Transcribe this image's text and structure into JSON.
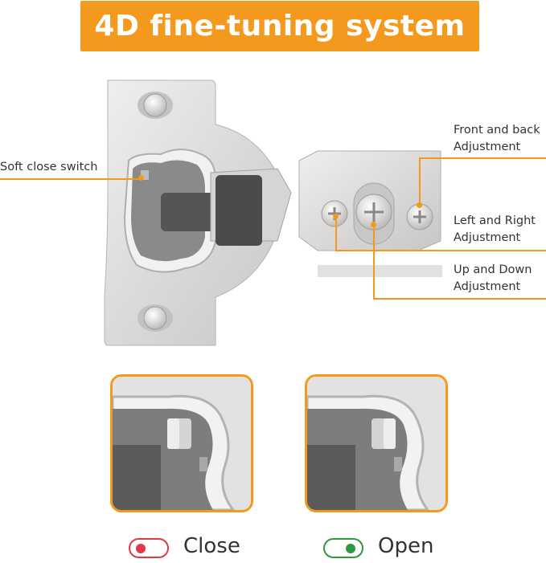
{
  "title": "4D fine-tuning system",
  "labels": {
    "soft_close": "Soft close switch",
    "front_back_1": "Front and back",
    "front_back_2": "Adjustment",
    "left_right_1": "Left and Right",
    "left_right_2": "Adjustment",
    "up_down_1": "Up and Down",
    "up_down_2": "Adjustment"
  },
  "states": {
    "close": "Close",
    "open": "Open"
  },
  "colors": {
    "accent": "#f39a1e",
    "close_toggle": "#e03a45",
    "open_toggle": "#2e9a3e"
  }
}
